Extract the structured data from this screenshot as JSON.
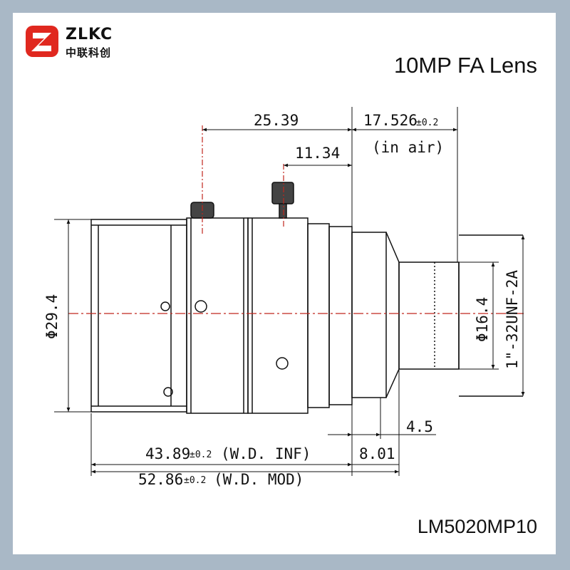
{
  "brand": {
    "name": "ZLKC",
    "name_cn": "中联科创",
    "logo_color": "#e0281f"
  },
  "title": "10MP FA Lens",
  "model": "LM5020MP10",
  "dimensions": {
    "d_25_39": "25.39",
    "d_17_526": "17.526",
    "d_17_526_tol": "±0.2",
    "in_air": "(in air)",
    "d_11_34": "11.34",
    "dia_29_4": "Φ29.4",
    "dia_16_4": "Φ16.4",
    "thread": "1\"-32UNF-2A",
    "d_4_5": "4.5",
    "d_43_89": "43.89",
    "d_43_89_tol": "±0.2",
    "wd_inf": "(W.D. INF)",
    "d_8_01": "8.01",
    "d_52_86": "52.86",
    "d_52_86_tol": "±0.2",
    "wd_mod": "(W.D. MOD)"
  },
  "colors": {
    "line": "#111111",
    "centerline": "#c0261d",
    "background": "#ffffff",
    "border": "#a9b8c6"
  }
}
